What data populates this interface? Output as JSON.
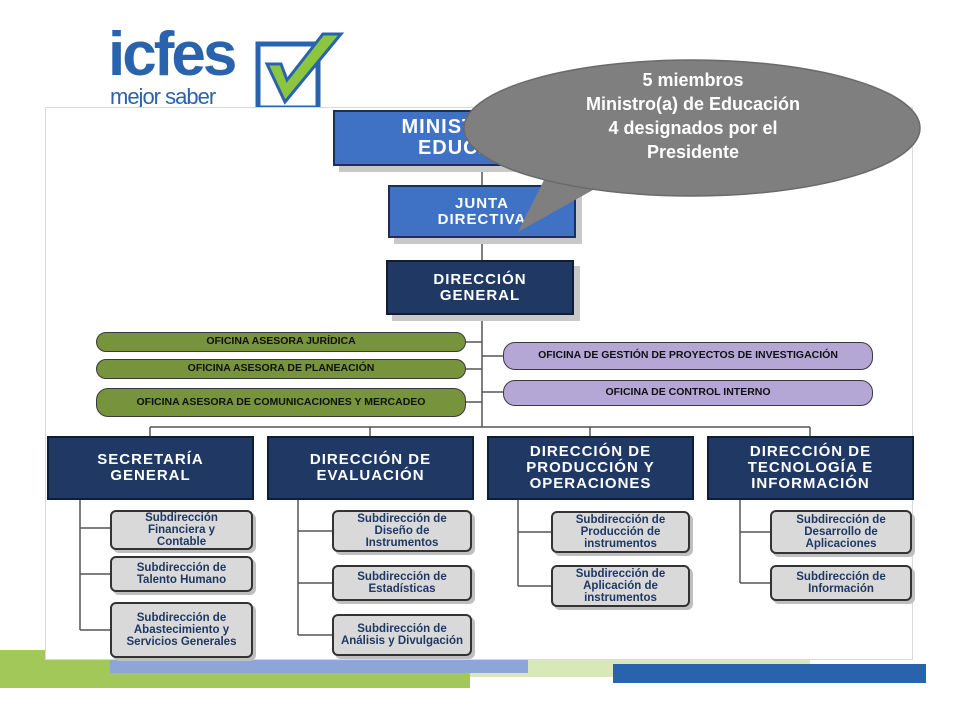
{
  "logo": {
    "word": "icfes",
    "tagline": "mejor saber"
  },
  "callout": {
    "lines": [
      "5 miembros",
      "Ministro(a) de Educación",
      "4 designados por el",
      "Presidente"
    ]
  },
  "org": {
    "ministerio": "MINISTERIO DE EDUCACIÓN",
    "junta": "JUNTA DIRECTIVA",
    "direccion_general": "DIRECCIÓN GENERAL",
    "oficinas_izq": [
      "OFICINA ASESORA JURÍDICA",
      "OFICINA ASESORA DE PLANEACIÓN",
      "OFICINA ASESORA DE COMUNICACIONES Y MERCADEO"
    ],
    "oficinas_der": [
      "OFICINA DE GESTIÓN DE PROYECTOS DE INVESTIGACIÓN",
      "OFICINA DE CONTROL INTERNO"
    ],
    "direcciones": [
      {
        "name": "SECRETARÍA GENERAL",
        "subs": [
          "Subdirección Financiera y Contable",
          "Subdirección de Talento Humano",
          "Subdirección de Abastecimiento y Servicios Generales"
        ]
      },
      {
        "name": "DIRECCIÓN DE EVALUACIÓN",
        "subs": [
          "Subdirección de Diseño de Instrumentos",
          "Subdirección de Estadísticas",
          "Subdirección de Análisis y Divulgación"
        ]
      },
      {
        "name": "DIRECCIÓN DE PRODUCCIÓN Y OPERACIONES",
        "subs": [
          "Subdirección de Producción de instrumentos",
          "Subdirección de Aplicación de instrumentos"
        ]
      },
      {
        "name": "DIRECCIÓN DE TECNOLOGÍA E INFORMACIÓN",
        "subs": [
          "Subdirección de Desarrollo de Aplicaciones",
          "Subdirección de Información"
        ]
      }
    ]
  },
  "colors": {
    "brand_blue": "#2a63ad",
    "brand_green": "#8cc63f",
    "navy": "#1f3864",
    "box_blue": "#3f72c4",
    "office_green": "#77933c",
    "office_lavender": "#b4a7d6",
    "callout_gray": "#7f7f7f"
  }
}
